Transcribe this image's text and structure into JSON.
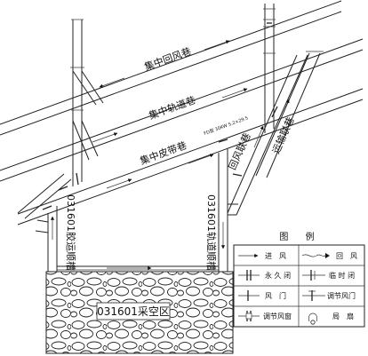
{
  "roadways": {
    "return_main": "集中回风巷",
    "track_main": "集中轨道巷",
    "belt_main": "集中皮带巷",
    "return_connect": "回风联巷",
    "transport_connect": "运输联巷",
    "belt_gate": "031601胶运顺槽",
    "track_gate": "031601轨道顺槽"
  },
  "annotation": {
    "small_note": "FD型 30KW 5.2×29.5"
  },
  "goaf": {
    "label": "031601采空区"
  },
  "legend": {
    "title": "图 例",
    "items": [
      {
        "icon": "intake-arrow-icon",
        "label": "进　风"
      },
      {
        "icon": "return-arrow-icon",
        "label": "回　风"
      },
      {
        "icon": "permanent-seal-icon",
        "label": "永 久 闭"
      },
      {
        "icon": "temporary-seal-icon",
        "label": "临 时 闭"
      },
      {
        "icon": "air-door-icon",
        "label": "风　门"
      },
      {
        "icon": "regulating-door-icon",
        "label": "调节风门"
      },
      {
        "icon": "regulating-window-icon",
        "label": "调节风窗"
      },
      {
        "icon": "local-fan-icon",
        "label": "局　扇"
      }
    ]
  }
}
